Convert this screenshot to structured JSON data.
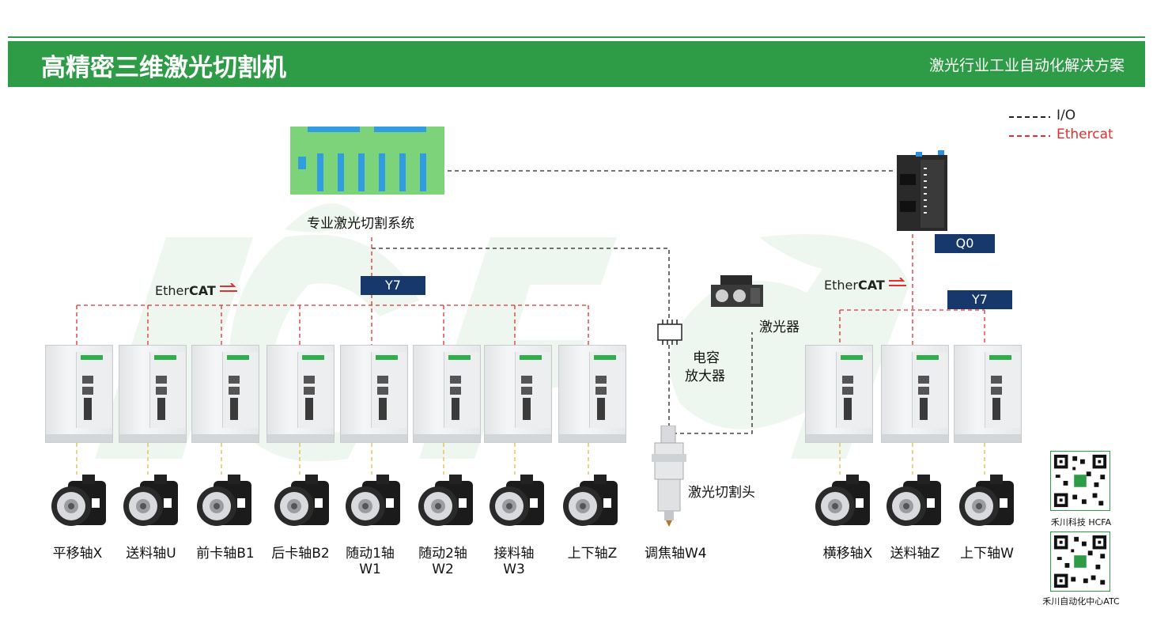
{
  "header": {
    "title": "高精密三维激光切割机",
    "subtitle": "激光行业工业自动化解决方案"
  },
  "legend": [
    {
      "label": "I/O",
      "color": "#222222"
    },
    {
      "label": "Ethercat",
      "color": "#e03030"
    }
  ],
  "colors": {
    "brand_green": "#2e9b46",
    "tag_blue": "#16386a",
    "ethercat_red": "#e03030"
  },
  "system": {
    "label": "专业激光切割系统"
  },
  "tags": {
    "y7_left": "Y7",
    "q0": "Q0",
    "y7_right": "Y7"
  },
  "ethercat_logo": {
    "text_left": "Ether",
    "text_right": "CAT"
  },
  "devices": {
    "capacitive_amp": "电容\n放大器",
    "capacitive_amp_l1": "电容",
    "capacitive_amp_l2": "放大器",
    "laser": "激光器",
    "cutting_head": "激光切割头",
    "focus_axis": "调焦轴W4"
  },
  "left_axes": [
    {
      "line1": "平移轴X",
      "line2": ""
    },
    {
      "line1": "送料轴U",
      "line2": ""
    },
    {
      "line1": "前卡轴B1",
      "line2": ""
    },
    {
      "line1": "后卡轴B2",
      "line2": ""
    },
    {
      "line1": "随动1轴",
      "line2": "W1"
    },
    {
      "line1": "随动2轴",
      "line2": "W2"
    },
    {
      "line1": "接料轴",
      "line2": "W3"
    },
    {
      "line1": "上下轴Z",
      "line2": ""
    }
  ],
  "right_axes": [
    {
      "line1": "横移轴X"
    },
    {
      "line1": "送料轴Z"
    },
    {
      "line1": "上下轴W"
    }
  ],
  "qr_codes": [
    {
      "caption": "禾川科技 HCFA",
      "icon": "qr-code-icon"
    },
    {
      "caption": "禾川自动化中心ATC",
      "icon": "qr-code-icon"
    }
  ]
}
